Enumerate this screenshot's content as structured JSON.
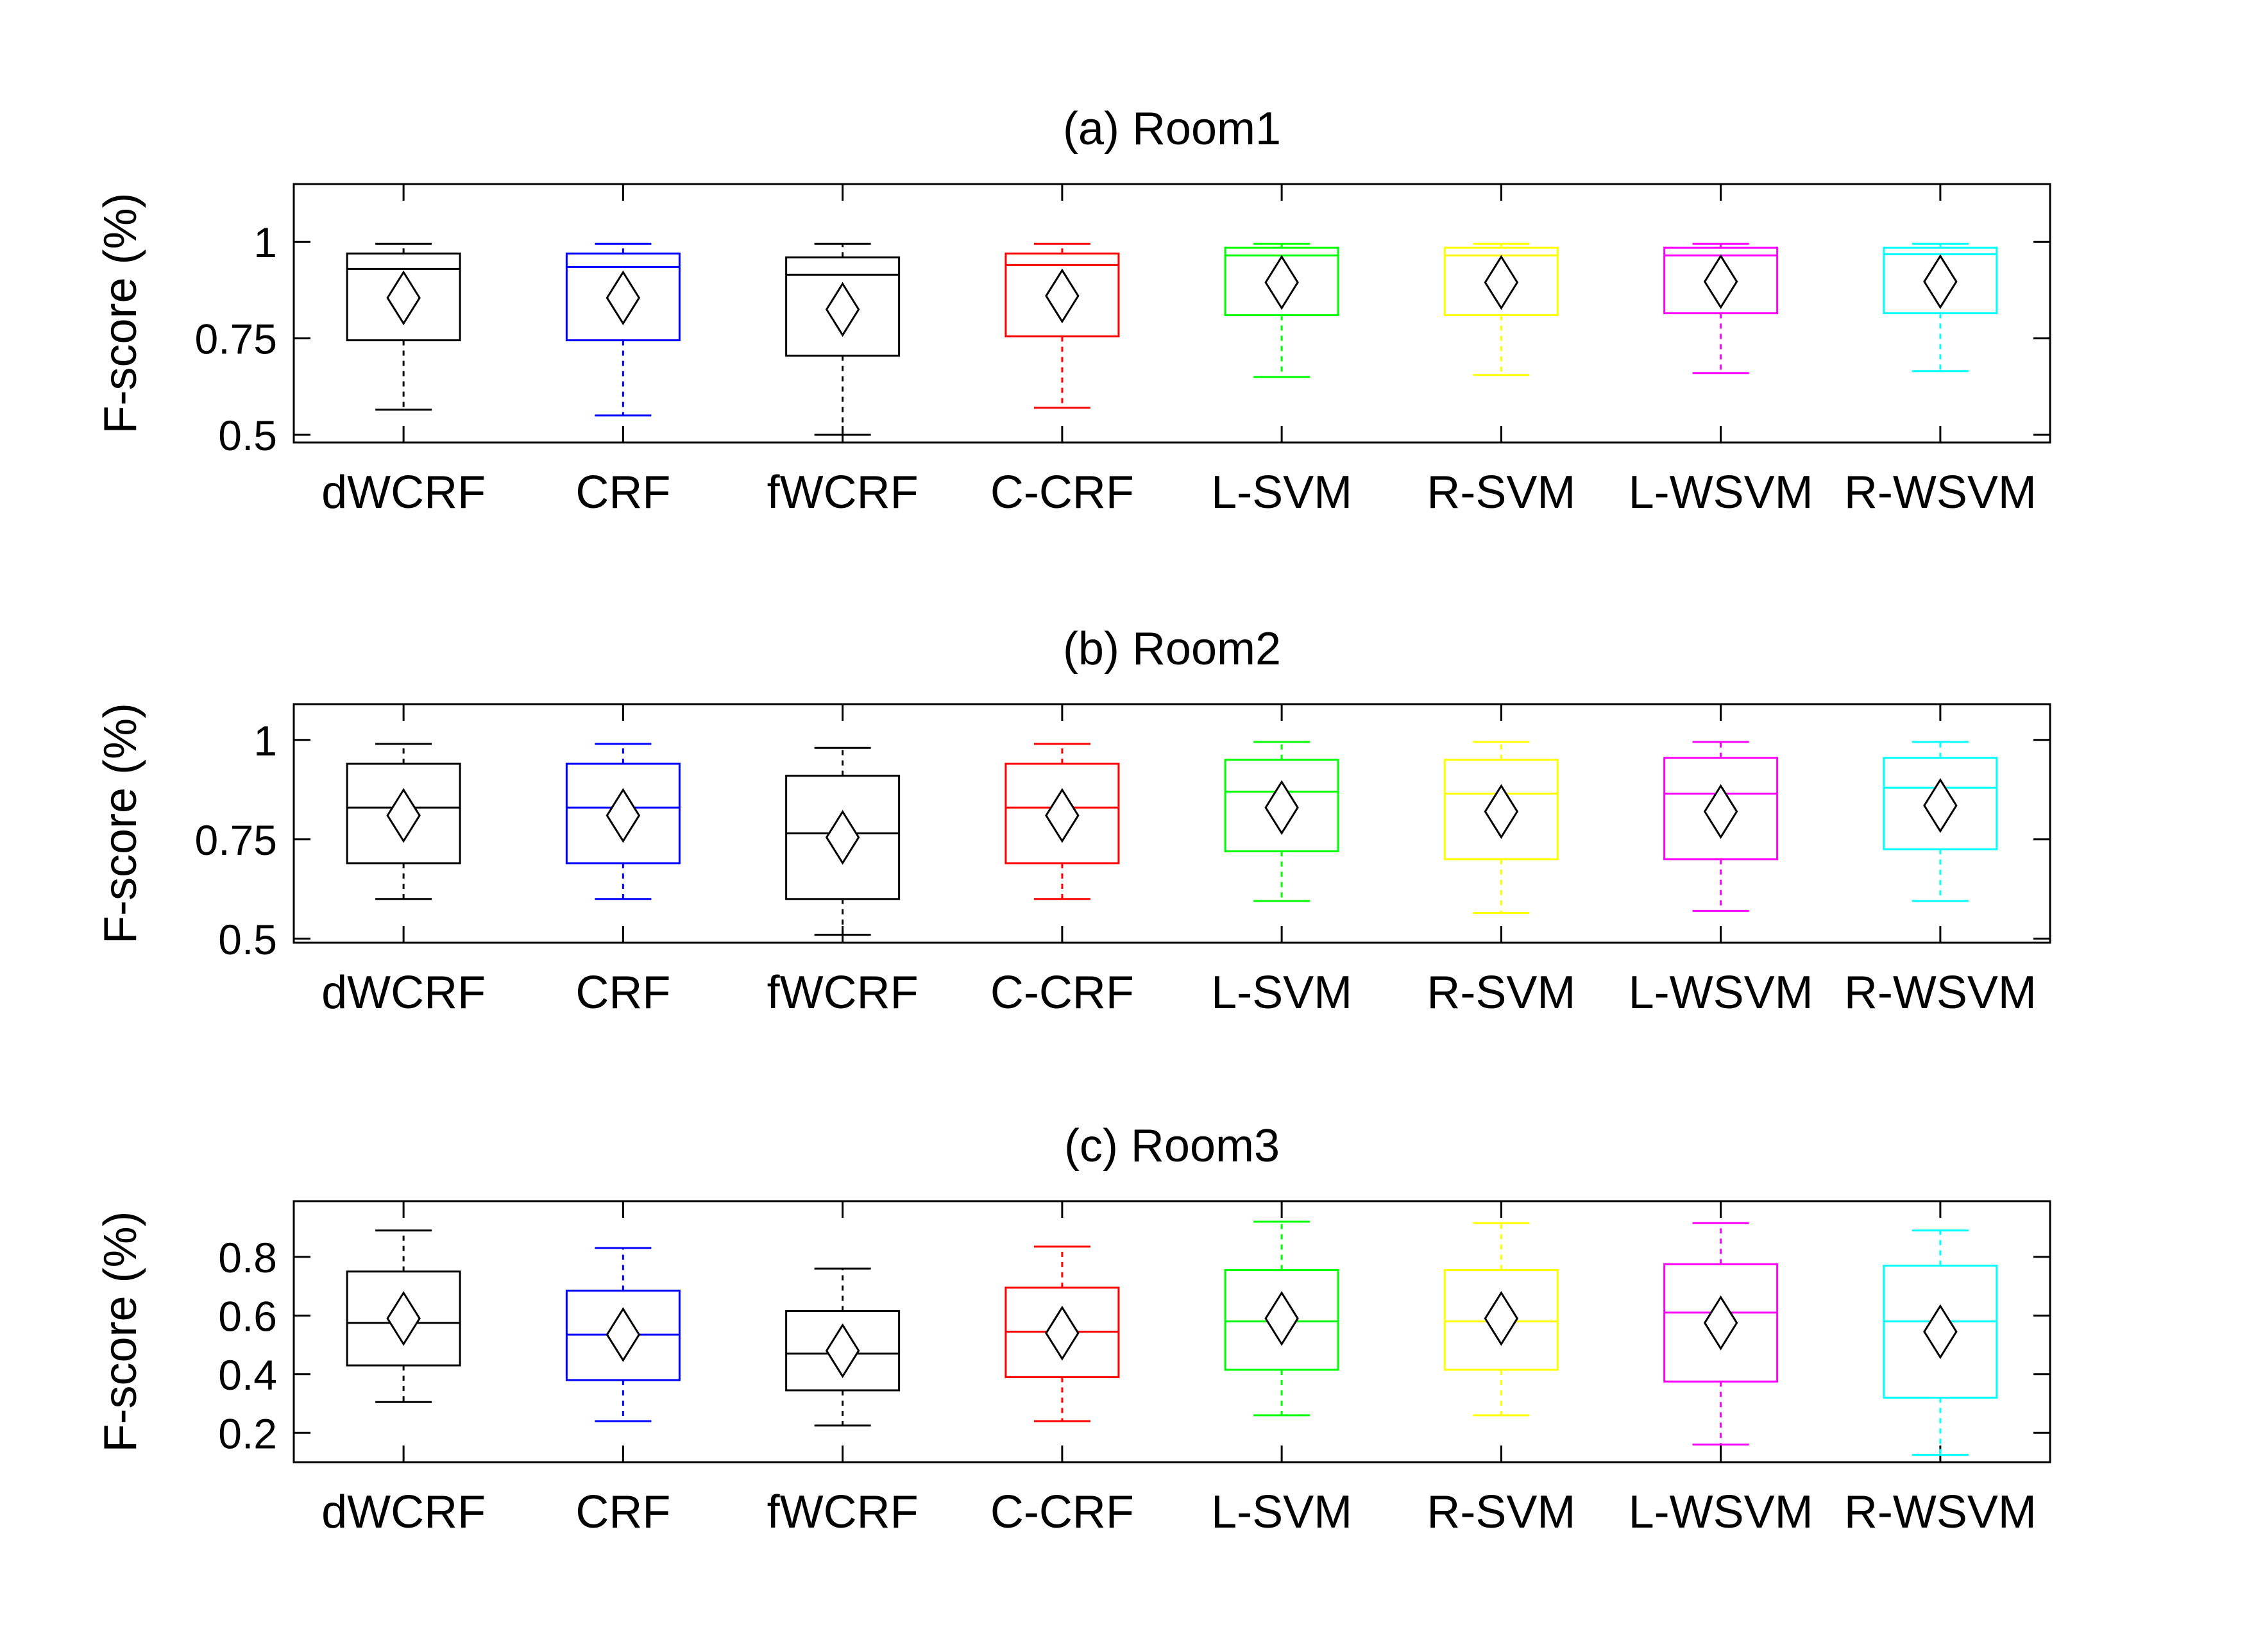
{
  "chart_data": [
    {
      "type": "box",
      "title": "(a) Room1",
      "ylabel": "F-score (%)",
      "ylim": [
        0.48,
        1.15
      ],
      "yticks": [
        0.5,
        0.75,
        1
      ],
      "ytick_labels": [
        "0.5",
        "0.75",
        "1"
      ],
      "categories": [
        "dWCRF",
        "CRF",
        "fWCRF",
        "C-CRF",
        "L-SVM",
        "R-SVM",
        "L-WSVM",
        "R-WSVM"
      ],
      "colors": [
        "#000000",
        "#0000ff",
        "#000000",
        "#ff0000",
        "#00ff00",
        "#ffff00",
        "#ff00ff",
        "#00ffff"
      ],
      "boxes": [
        {
          "whisker_low": 0.565,
          "q1": 0.745,
          "median": 0.93,
          "q3": 0.97,
          "whisker_high": 0.995,
          "mean": 0.855
        },
        {
          "whisker_low": 0.55,
          "q1": 0.745,
          "median": 0.935,
          "q3": 0.97,
          "whisker_high": 0.995,
          "mean": 0.855
        },
        {
          "whisker_low": 0.5,
          "q1": 0.705,
          "median": 0.915,
          "q3": 0.96,
          "whisker_high": 0.995,
          "mean": 0.825
        },
        {
          "whisker_low": 0.57,
          "q1": 0.755,
          "median": 0.94,
          "q3": 0.97,
          "whisker_high": 0.995,
          "mean": 0.86
        },
        {
          "whisker_low": 0.65,
          "q1": 0.81,
          "median": 0.965,
          "q3": 0.985,
          "whisker_high": 0.995,
          "mean": 0.895
        },
        {
          "whisker_low": 0.655,
          "q1": 0.81,
          "median": 0.965,
          "q3": 0.985,
          "whisker_high": 0.995,
          "mean": 0.895
        },
        {
          "whisker_low": 0.66,
          "q1": 0.815,
          "median": 0.965,
          "q3": 0.985,
          "whisker_high": 0.995,
          "mean": 0.897
        },
        {
          "whisker_low": 0.665,
          "q1": 0.815,
          "median": 0.968,
          "q3": 0.985,
          "whisker_high": 0.995,
          "mean": 0.897
        }
      ]
    },
    {
      "type": "box",
      "title": "(b) Room2",
      "ylabel": "F-score (%)",
      "ylim": [
        0.49,
        1.09
      ],
      "yticks": [
        0.5,
        0.75,
        1
      ],
      "ytick_labels": [
        "0.5",
        "0.75",
        "1"
      ],
      "categories": [
        "dWCRF",
        "CRF",
        "fWCRF",
        "C-CRF",
        "L-SVM",
        "R-SVM",
        "L-WSVM",
        "R-WSVM"
      ],
      "colors": [
        "#000000",
        "#0000ff",
        "#000000",
        "#ff0000",
        "#00ff00",
        "#ffff00",
        "#ff00ff",
        "#00ffff"
      ],
      "boxes": [
        {
          "whisker_low": 0.6,
          "q1": 0.69,
          "median": 0.83,
          "q3": 0.94,
          "whisker_high": 0.99,
          "mean": 0.81
        },
        {
          "whisker_low": 0.6,
          "q1": 0.69,
          "median": 0.83,
          "q3": 0.94,
          "whisker_high": 0.99,
          "mean": 0.81
        },
        {
          "whisker_low": 0.51,
          "q1": 0.6,
          "median": 0.765,
          "q3": 0.91,
          "whisker_high": 0.98,
          "mean": 0.755
        },
        {
          "whisker_low": 0.6,
          "q1": 0.69,
          "median": 0.83,
          "q3": 0.94,
          "whisker_high": 0.99,
          "mean": 0.81
        },
        {
          "whisker_low": 0.595,
          "q1": 0.72,
          "median": 0.87,
          "q3": 0.95,
          "whisker_high": 0.995,
          "mean": 0.83
        },
        {
          "whisker_low": 0.565,
          "q1": 0.7,
          "median": 0.865,
          "q3": 0.95,
          "whisker_high": 0.995,
          "mean": 0.82
        },
        {
          "whisker_low": 0.57,
          "q1": 0.7,
          "median": 0.865,
          "q3": 0.955,
          "whisker_high": 0.995,
          "mean": 0.82
        },
        {
          "whisker_low": 0.595,
          "q1": 0.725,
          "median": 0.88,
          "q3": 0.955,
          "whisker_high": 0.995,
          "mean": 0.835
        }
      ]
    },
    {
      "type": "box",
      "title": "(c) Room3",
      "ylabel": "F-score (%)",
      "ylim": [
        0.1,
        0.99
      ],
      "yticks": [
        0.2,
        0.4,
        0.6,
        0.8
      ],
      "ytick_labels": [
        "0.2",
        "0.4",
        "0.6",
        "0.8"
      ],
      "categories": [
        "dWCRF",
        "CRF",
        "fWCRF",
        "C-CRF",
        "L-SVM",
        "R-SVM",
        "L-WSVM",
        "R-WSVM"
      ],
      "colors": [
        "#000000",
        "#0000ff",
        "#000000",
        "#ff0000",
        "#00ff00",
        "#ffff00",
        "#ff00ff",
        "#00ffff"
      ],
      "boxes": [
        {
          "whisker_low": 0.305,
          "q1": 0.43,
          "median": 0.575,
          "q3": 0.75,
          "whisker_high": 0.89,
          "mean": 0.59
        },
        {
          "whisker_low": 0.24,
          "q1": 0.38,
          "median": 0.535,
          "q3": 0.685,
          "whisker_high": 0.83,
          "mean": 0.535
        },
        {
          "whisker_low": 0.225,
          "q1": 0.345,
          "median": 0.47,
          "q3": 0.615,
          "whisker_high": 0.76,
          "mean": 0.48
        },
        {
          "whisker_low": 0.24,
          "q1": 0.39,
          "median": 0.545,
          "q3": 0.695,
          "whisker_high": 0.835,
          "mean": 0.54
        },
        {
          "whisker_low": 0.26,
          "q1": 0.415,
          "median": 0.58,
          "q3": 0.755,
          "whisker_high": 0.92,
          "mean": 0.59
        },
        {
          "whisker_low": 0.26,
          "q1": 0.415,
          "median": 0.58,
          "q3": 0.755,
          "whisker_high": 0.915,
          "mean": 0.59
        },
        {
          "whisker_low": 0.16,
          "q1": 0.375,
          "median": 0.61,
          "q3": 0.775,
          "whisker_high": 0.915,
          "mean": 0.575
        },
        {
          "whisker_low": 0.125,
          "q1": 0.32,
          "median": 0.58,
          "q3": 0.77,
          "whisker_high": 0.89,
          "mean": 0.545
        }
      ]
    }
  ]
}
